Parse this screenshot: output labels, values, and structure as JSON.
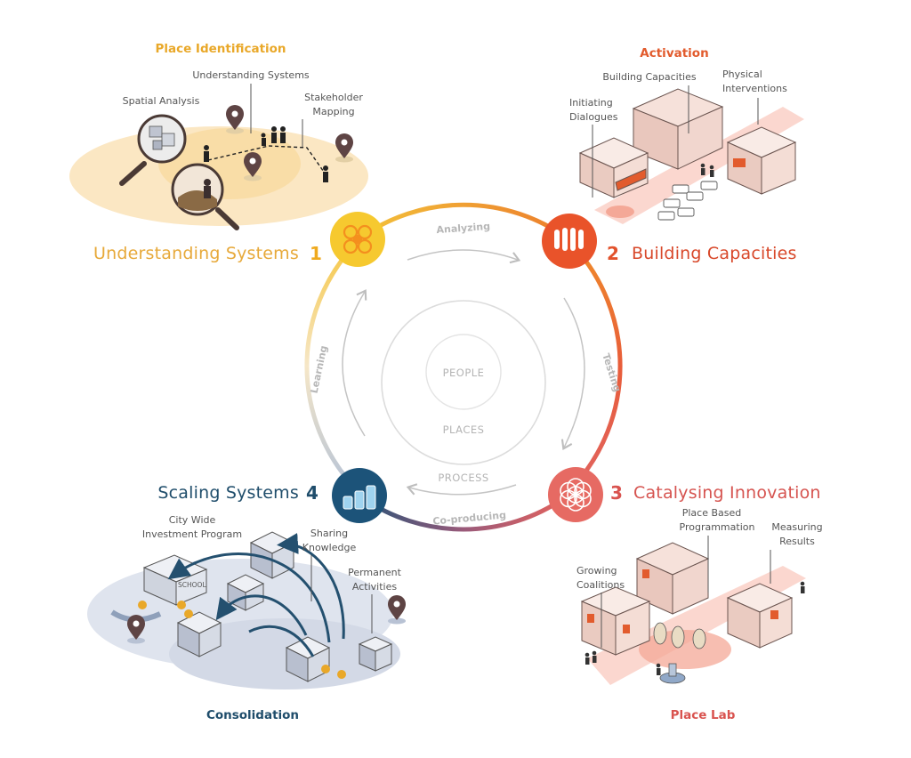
{
  "colors": {
    "yellow": "#f0b92d",
    "orange": "#e8572a",
    "red": "#e0625e",
    "navy": "#1e4f72",
    "place_identification": "#e9a829",
    "activation": "#e25b2d",
    "place_lab": "#d9534f",
    "consolidation": "#1f4d6b"
  },
  "stages": {
    "understanding": {
      "title": "Understanding Systems",
      "number": "1",
      "icon": "flower-grid-icon"
    },
    "building": {
      "number": "2",
      "title": "Building Capacities",
      "icon": "bars-icon"
    },
    "catalysing": {
      "number": "3",
      "title": "Catalysing Innovation",
      "icon": "flower-of-life-icon"
    },
    "scaling": {
      "title": "Scaling Systems",
      "number": "4",
      "icon": "cylinders-icon"
    }
  },
  "cycle": {
    "analyzing": "Analyzing",
    "testing": "Testing",
    "co_producing": "Co-producing",
    "learning": "Learning",
    "core": {
      "people": "PEOPLE",
      "places": "PLACES",
      "process": "PROCESS"
    }
  },
  "panels": {
    "place_identification": {
      "title": "Place Identification",
      "labels": {
        "understanding_systems": "Understanding Systems",
        "spatial_analysis": "Spatial Analysis",
        "stakeholder_1": "Stakeholder",
        "stakeholder_2": "Mapping"
      }
    },
    "activation": {
      "title": "Activation",
      "labels": {
        "building_capacities": "Building Capacities",
        "physical_1": "Physical",
        "physical_2": "Interventions",
        "initiating_1": "Initiating",
        "initiating_2": "Dialogues"
      }
    },
    "consolidation": {
      "title": "Consolidation",
      "labels": {
        "city_wide_1": "City Wide",
        "city_wide_2": "Investment Program",
        "sharing_1": "Sharing",
        "sharing_2": "Knowledge",
        "permanent_1": "Permanent",
        "permanent_2": "Activities",
        "school": "SCHOOL"
      }
    },
    "place_lab": {
      "title": "Place Lab",
      "labels": {
        "place_based_1": "Place Based",
        "place_based_2": "Programmation",
        "measuring_1": "Measuring",
        "measuring_2": "Results",
        "growing_1": "Growing",
        "growing_2": "Coalitions"
      }
    }
  }
}
